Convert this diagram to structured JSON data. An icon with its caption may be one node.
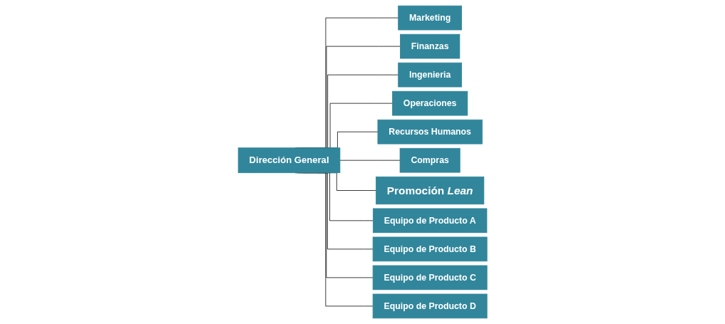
{
  "diagram": {
    "nodes": [
      {
        "text": [
          "Dirección General"
        ]
      },
      {
        "text": [
          "Marketing"
        ]
      },
      {
        "text": [
          "Ingenieria"
        ]
      },
      {
        "text": [
          "Recursos Humanos"
        ]
      },
      {
        "text": [
          "Promoción *Lean*"
        ]
      },
      {
        "text": [
          "Finanzas"
        ]
      },
      {
        "text": [
          "Operaciones"
        ]
      },
      {
        "text": [
          "Compras"
        ]
      },
      {
        "text": [
          "Equipo de Producto A"
        ]
      },
      {
        "text": [
          "Equipo de Producto B"
        ]
      },
      {
        "text": [
          "Equipo de Producto C"
        ]
      },
      {
        "text": [
          "Equipo de Producto D"
        ]
      }
    ],
    "edges": [
      {
        "from": 0,
        "to": 1,
        "arrow": "none"
      },
      {
        "from": 0,
        "to": 5,
        "arrow": "none"
      },
      {
        "from": 0,
        "to": 2,
        "arrow": "none"
      },
      {
        "from": 0,
        "to": 6,
        "arrow": "none"
      },
      {
        "from": 0,
        "to": 3,
        "arrow": "none"
      },
      {
        "from": 0,
        "to": 7,
        "arrow": "none"
      },
      {
        "from": 0,
        "to": 4,
        "arrow": "none"
      },
      {
        "from": 0,
        "to": 8,
        "arrow": "none"
      },
      {
        "from": 0,
        "to": 9,
        "arrow": "none"
      },
      {
        "from": 0,
        "to": 10,
        "arrow": "none"
      },
      {
        "from": 0,
        "to": 11,
        "arrow": "none"
      }
    ]
  }
}
